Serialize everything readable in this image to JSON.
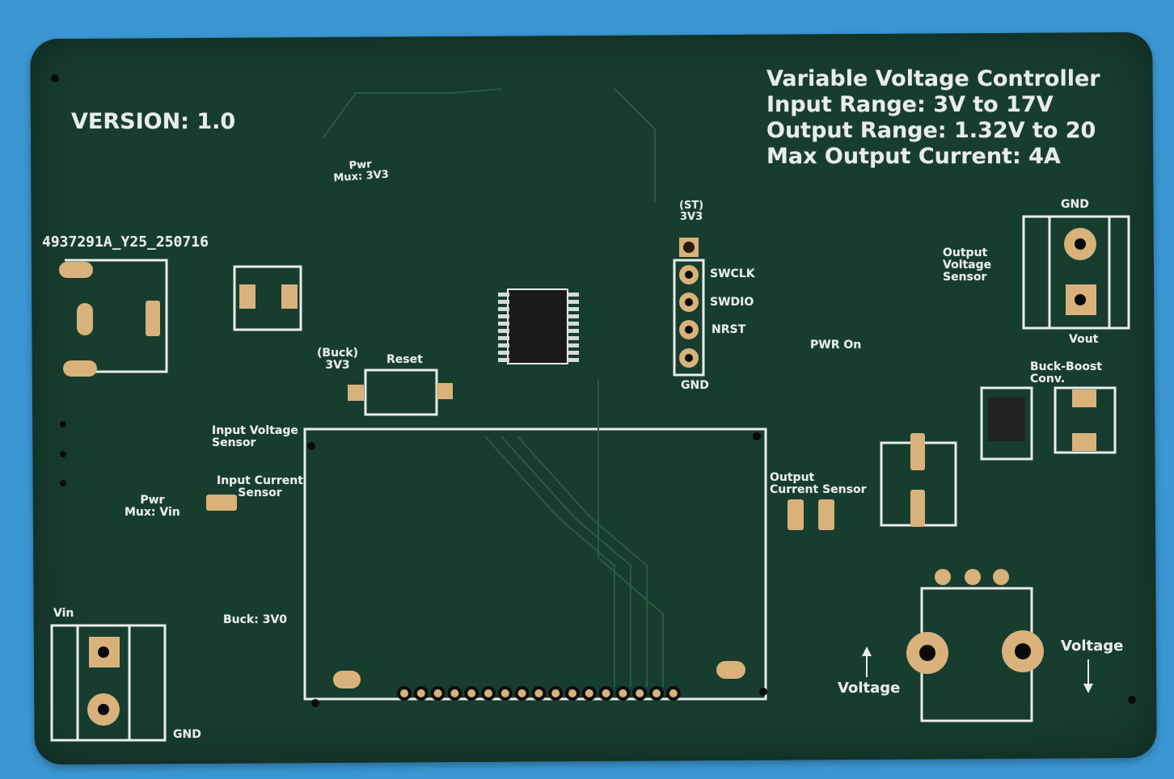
{
  "board": {
    "version": "VERSION: 1.0",
    "title_block": {
      "title": "Variable Voltage Controller",
      "input_range": "Input Range: 3V to 17V",
      "output_range": "Output Range: 1.32V to 20",
      "max_current": "Max Output Current: 4A"
    },
    "order_code": "4937291A_Y25_250716",
    "labels": {
      "pwr_mux_3v3": "Pwr\nMux: 3V3",
      "st_3v3": "(ST)\n3V3",
      "swclk": "SWCLK",
      "swdio": "SWDIO",
      "nrst": "NRST",
      "header_gnd": "GND",
      "pwr_on": "PWR On",
      "output_voltage_sensor": "Output\nVoltage\nSensor",
      "out_gnd": "GND",
      "vout": "Vout",
      "buck_boost": "Buck-Boost\nConv.",
      "buck_3v3": "(Buck)\n3V3",
      "reset": "Reset",
      "input_voltage_sensor": "Input Voltage\nSensor",
      "input_current_sensor": "Input Current\nSensor",
      "pwr_mux_vin": "Pwr\nMux: Vin",
      "output_current_sensor": "Output\nCurrent Sensor",
      "vin": "Vin",
      "buck_3v0": "Buck: 3V0",
      "in_gnd": "GND",
      "voltage_up": "Voltage",
      "voltage_down": "Voltage"
    },
    "colors": {
      "background": "#3b97d3",
      "board": "#173d2f",
      "silkscreen": "#e9ede9",
      "pads": "#d8b27a"
    }
  }
}
